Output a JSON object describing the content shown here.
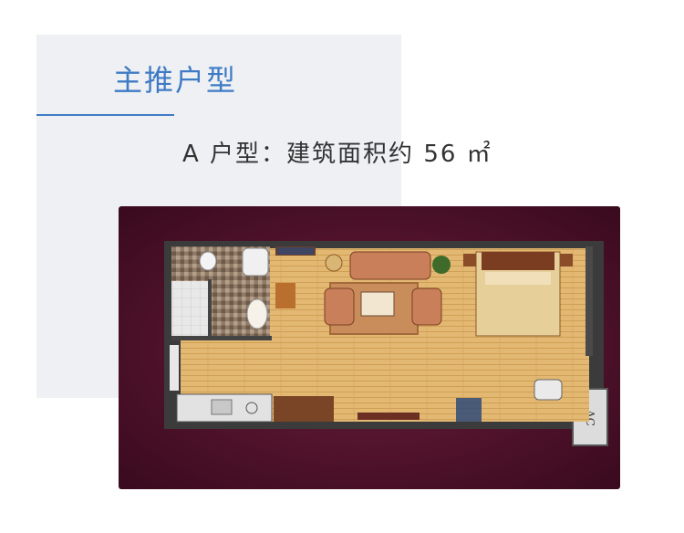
{
  "header": {
    "title": "主推户型",
    "subtitle": "A 户型：建筑面积约 56 ㎡"
  },
  "floorplan": {
    "ac_label": "AC"
  },
  "colors": {
    "accent": "#3f7bc4",
    "panel": "#eef0f4",
    "plan_background": "#4a0f27",
    "floor": "#e3b872",
    "sofa": "#c9805a",
    "bed": "#e7cf9a"
  }
}
